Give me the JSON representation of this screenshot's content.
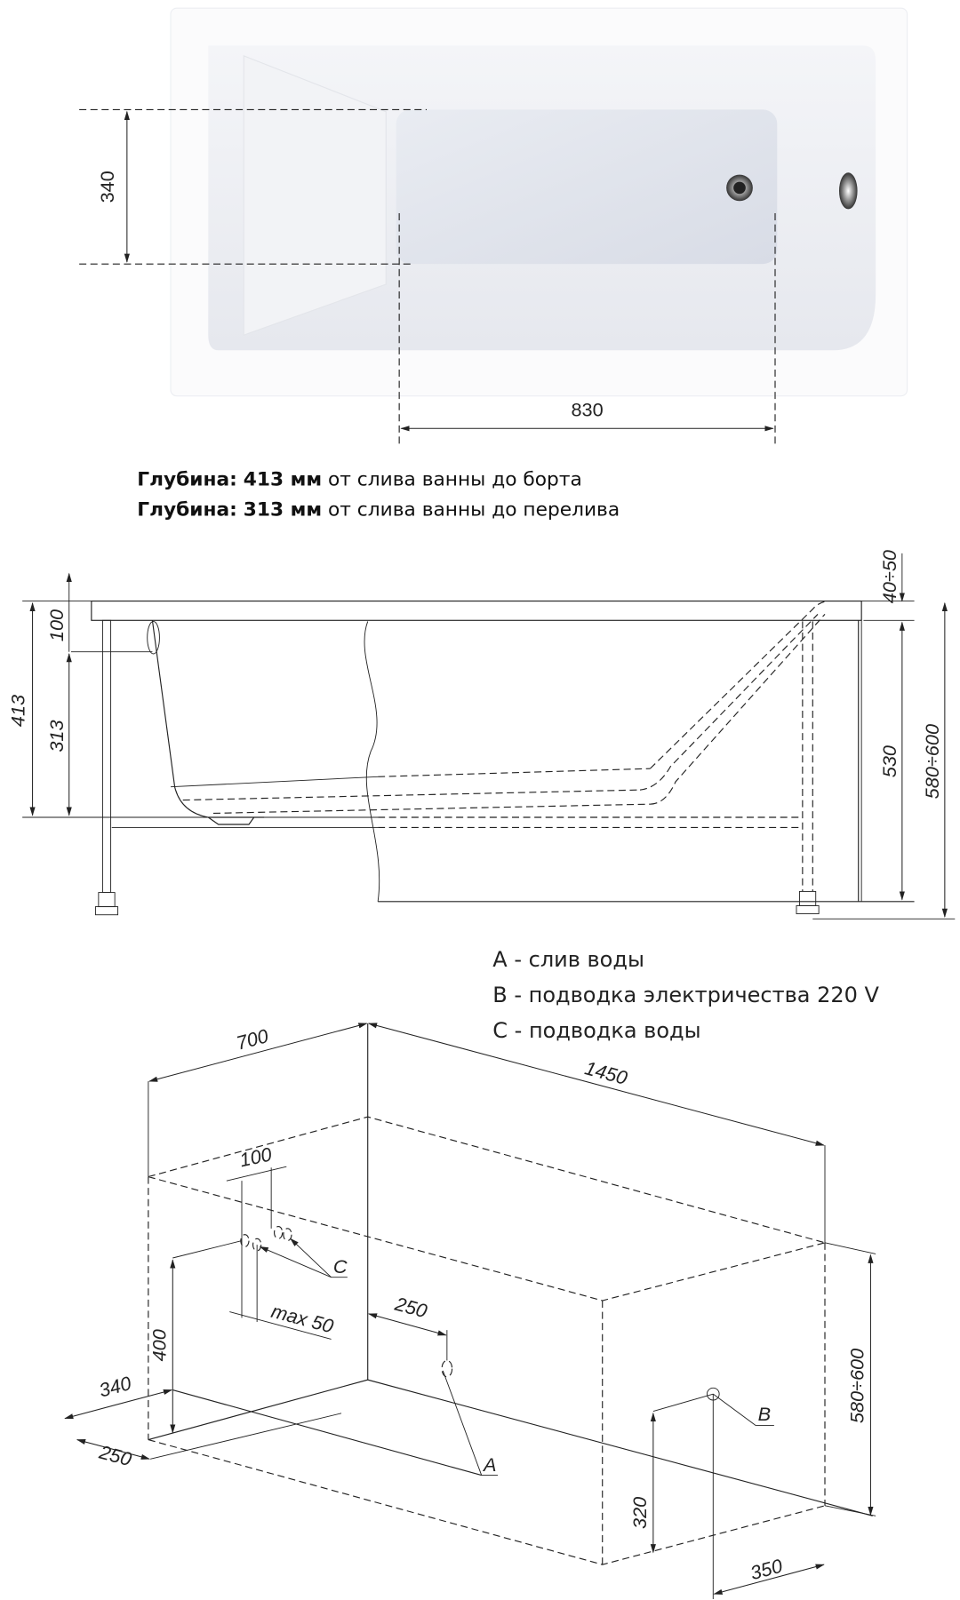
{
  "top_view": {
    "dim_width": "340",
    "dim_length": "830"
  },
  "depth_notes": [
    {
      "label": "Глубина:",
      "value": "413 мм",
      "text": " от слива ванны до борта"
    },
    {
      "label": "Глубина:",
      "value": "313 мм",
      "text": " от слива ванны до перелива"
    }
  ],
  "side_view": {
    "rim": "100",
    "depth_total": "413",
    "depth_overflow": "313",
    "height_panel": "530",
    "height_total": "580÷600",
    "leg_adjust": "40÷50"
  },
  "legend": [
    "A - слив воды",
    "B - подводка электричества 220 V",
    "C - подводка воды"
  ],
  "iso": {
    "width": "700",
    "length": "1450",
    "pipe_spacing": "100",
    "pipe_max": "max 50",
    "drain_offset": "250",
    "pipe_height": "400",
    "front_340": "340",
    "front_250": "250",
    "elec_height": "320",
    "elec_offset": "350",
    "height": "580÷600",
    "label_a": "A",
    "label_b": "B",
    "label_c": "C"
  }
}
